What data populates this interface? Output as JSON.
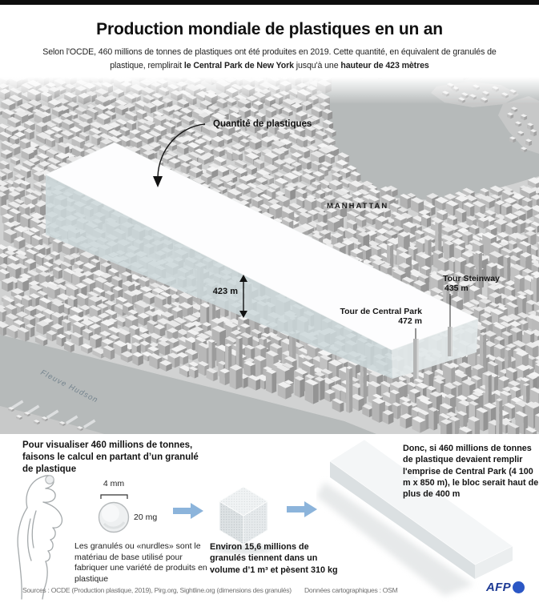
{
  "header": {
    "title": "Production mondiale de plastiques en un an",
    "subtitle_part1": "Selon l'OCDE,  460 millions de tonnes de plastiques ont été produites en 2019. Cette quantité, en équivalent de granulés de plastique, remplirait ",
    "subtitle_bold1": "le Central Park de New York",
    "subtitle_part2": " jusqu'à une ",
    "subtitle_bold2": "hauteur de 423 mètres"
  },
  "map": {
    "quantity_label": "Quantité de plastiques",
    "borough_label": "MANHATTAN",
    "height_label": "423 m",
    "tower_central_park_name": "Tour de Central Park",
    "tower_central_park_height": "472 m",
    "tower_steinway_name": "Tour Steinway",
    "tower_steinway_height": "435 m",
    "river_label": "Fleuve Hudson"
  },
  "calc": {
    "intro": "Pour visualiser 460 millions de tonnes, faisons le calcul en partant d’un granulé de plastique",
    "granule_diameter": "4 mm",
    "granule_weight": "20 mg",
    "nurdles_note": "Les granulés ou «nurdles» sont le matériau de base utilisé pour fabriquer une variété de produits en plastique",
    "cube_note": "Environ 15,6 millions de granulés tiennent dans un volume d’1 m³ et pèsent 310 kg",
    "conclusion": "Donc, si 460 millions de tonnes de plastique devaient remplir l'emprise de Central Park (4 100 m x 850 m), le bloc serait haut de plus de 400 m"
  },
  "footer": {
    "sources": "Sources : OCDE (Production plastique, 2019), Pirg.org, Sightline.org (dimensions des granulés)",
    "map_data": "Données cartographiques : OSM",
    "agency": "AFP"
  },
  "colors": {
    "arrow_blue": "#8cb4db",
    "afp_text_blue": "#1d3a94",
    "afp_dot_blue": "#2b57c5",
    "block_side": "#cdd8db",
    "water_gray": "#b6baba",
    "land_gray": "#d1d2d2"
  }
}
